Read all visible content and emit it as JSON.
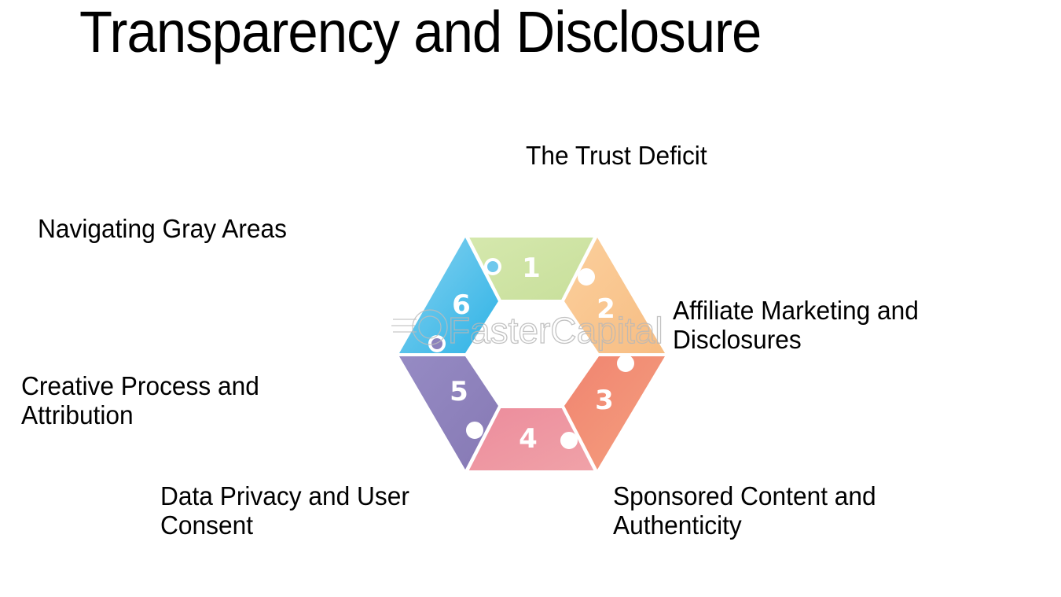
{
  "title": "Transparency and Disclosure",
  "diagram": {
    "type": "hexagon-puzzle-cycle",
    "segments": [
      {
        "number": "1",
        "label_lines": [
          "The Trust Deficit"
        ],
        "color": "#cfe3a5"
      },
      {
        "number": "2",
        "label_lines": [
          "Affiliate Marketing and",
          "Disclosures"
        ],
        "color": "#f9c590"
      },
      {
        "number": "3",
        "label_lines": [
          "Sponsored Content and",
          "Authenticity"
        ],
        "color": "#f2917a"
      },
      {
        "number": "4",
        "label_lines": [
          "Data Privacy and User",
          "Consent"
        ],
        "color": "#ef95a0"
      },
      {
        "number": "5",
        "label_lines": [
          "Creative Process and",
          "Attribution"
        ],
        "color": "#8c82bc"
      },
      {
        "number": "6",
        "label_lines": [
          "Navigating Gray Areas"
        ],
        "color": "#5fc3ea"
      }
    ],
    "watermark": "FasterCapital"
  }
}
